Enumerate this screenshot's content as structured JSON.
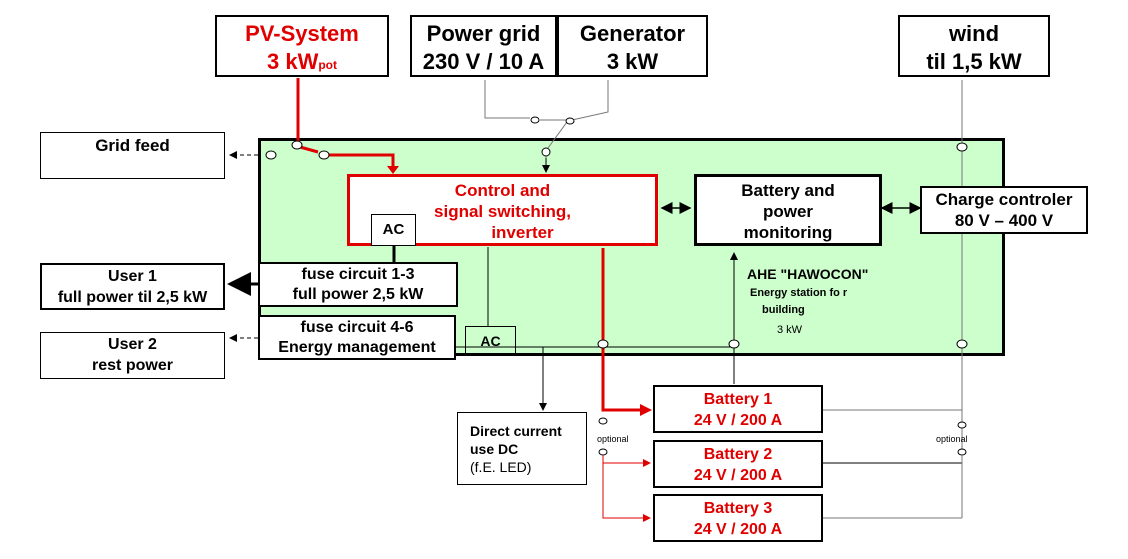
{
  "pv": {
    "line1": "PV-System",
    "line2": "3 kW",
    "sub": "pot"
  },
  "grid": {
    "line1": "Power grid",
    "line2": "230 V / 10 A"
  },
  "generator": {
    "line1": "Generator",
    "line2": "3 kW"
  },
  "wind": {
    "line1": "wind",
    "line2": "til 1,5 kW"
  },
  "grid_feed": {
    "label": "Grid feed"
  },
  "control": {
    "line1": "Control and",
    "line2": "signal switching,",
    "line3": "inverter"
  },
  "ac_top": "AC",
  "ac_bottom": "AC",
  "battery_monitor": {
    "line1": "Battery and",
    "line2": "power",
    "line3": "monitoring"
  },
  "charge": {
    "line1": "Charge controler",
    "line2": "80 V – 400 V"
  },
  "station": {
    "name": "AHE \"HAWOCON\"",
    "desc1": "Energy station  fo r",
    "desc2": "building",
    "power": "3  kW"
  },
  "fuse1": {
    "line1": "fuse circuit 1-3",
    "line2": "full power 2,5 kW"
  },
  "fuse2": {
    "line1": "fuse circuit 4-6",
    "line2": "Energy management"
  },
  "user1": {
    "line1": "User 1",
    "line2": "full power til 2,5 kW"
  },
  "user2": {
    "line1": "User 2",
    "line2": "rest power"
  },
  "dc": {
    "line1": "Direct current",
    "line2": "use DC",
    "line3": "(f.E. LED)"
  },
  "batteries": [
    {
      "name": "Battery 1",
      "spec": "24 V / 200 A"
    },
    {
      "name": "Battery 2",
      "spec": "24 V / 200 A"
    },
    {
      "name": "Battery 3",
      "spec": "24 V / 200 A"
    }
  ],
  "optional_left": "optional",
  "optional_right": "optional",
  "colors": {
    "accent_red": "#e00000",
    "station_fill": "#ccffcc"
  }
}
